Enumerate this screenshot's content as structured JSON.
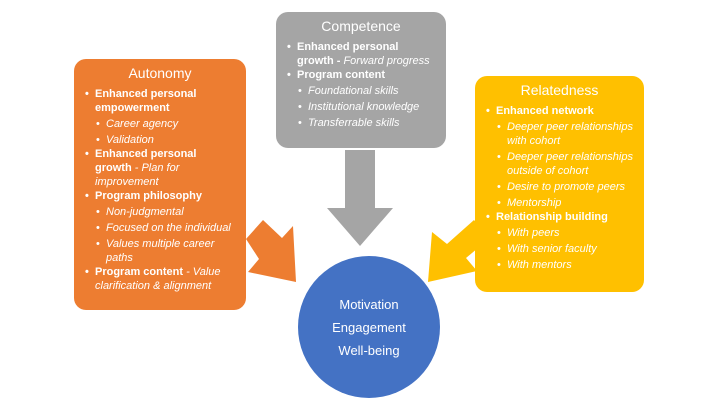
{
  "colors": {
    "autonomy": "#ed7d31",
    "competence": "#a5a5a5",
    "relatedness": "#ffc000",
    "center": "#4472c4"
  },
  "autonomy": {
    "title": "Autonomy",
    "items": [
      {
        "label": "Enhanced personal empowerment",
        "suffix": "",
        "subitems": [
          "Career agency",
          "Validation"
        ]
      },
      {
        "label": "Enhanced personal growth",
        "suffix": " - Plan for improvement",
        "subitems": []
      },
      {
        "label": "Program philosophy",
        "suffix": "",
        "subitems": [
          "Non-judgmental",
          "Focused on the individual",
          "Values multiple career paths"
        ]
      },
      {
        "label": "Program content",
        "suffix": " - Value clarification & alignment",
        "subitems": []
      }
    ]
  },
  "competence": {
    "title": "Competence",
    "items": [
      {
        "label": "Enhanced personal growth -",
        "suffix": " Forward progress",
        "subitems": []
      },
      {
        "label": "Program content",
        "suffix": "",
        "subitems": [
          "Foundational skills",
          "Institutional knowledge",
          "Transferrable skills"
        ]
      }
    ]
  },
  "relatedness": {
    "title": "Relatedness",
    "items": [
      {
        "label": "Enhanced network",
        "suffix": "",
        "subitems": [
          "Deeper peer relationships with cohort",
          "Deeper peer relationships outside of cohort",
          "Desire to promote peers",
          "Mentorship"
        ]
      },
      {
        "label": "Relationship building",
        "suffix": "",
        "subitems": [
          "With peers",
          "With senior faculty",
          "With mentors"
        ]
      }
    ]
  },
  "center": {
    "lines": [
      "Motivation",
      "Engagement",
      "Well-being"
    ]
  }
}
